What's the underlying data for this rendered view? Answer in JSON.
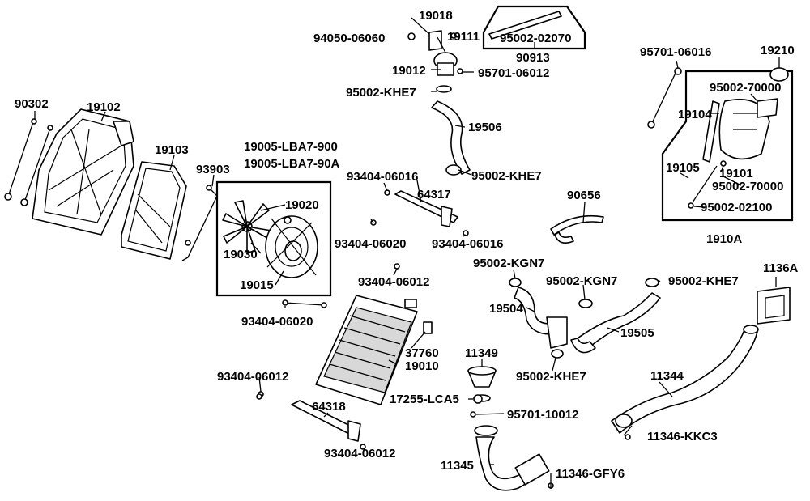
{
  "diagram": {
    "title": "",
    "labels": {
      "l_94050_06060": "94050-06060",
      "l_19018": "19018",
      "l_19111": "19111",
      "l_95002_02070": "95002-02070",
      "l_90913": "90913",
      "l_19012": "19012",
      "l_95701_06012": "95701-06012",
      "l_95002_khe7_a": "95002-KHE7",
      "l_19506": "19506",
      "l_95002_khe7_b": "95002-KHE7",
      "l_95701_06016": "95701-06016",
      "l_19210": "19210",
      "l_95002_70000_a": "95002-70000",
      "l_19104": "19104",
      "l_19105": "19105",
      "l_19101": "19101",
      "l_95002_70000_b": "95002-70000",
      "l_95002_02100": "95002-02100",
      "l_1910a": "1910A",
      "l_90302": "90302",
      "l_19102": "19102",
      "l_19103": "19103",
      "l_93903": "93903",
      "l_19005_lba7_900": "19005-LBA7-900",
      "l_19005_lba7_90a": "19005-LBA7-90A",
      "l_19020": "19020",
      "l_19030": "19030",
      "l_19015": "19015",
      "l_93404_06016_a": "93404-06016",
      "l_64317": "64317",
      "l_93404_06020_a": "93404-06020",
      "l_93404_06016_b": "93404-06016",
      "l_90656": "90656",
      "l_93404_06012_a": "93404-06012",
      "l_93404_06020_b": "93404-06020",
      "l_95002_kgn7_a": "95002-KGN7",
      "l_95002_kgn7_b": "95002-KGN7",
      "l_95002_khe7_c": "95002-KHE7",
      "l_1136a": "1136A",
      "l_19504": "19504",
      "l_19505": "19505",
      "l_37760": "37760",
      "l_19010": "19010",
      "l_11349": "11349",
      "l_95002_khe7_d": "95002-KHE7",
      "l_11344": "11344",
      "l_93404_06012_b": "93404-06012",
      "l_17255_lca5": "17255-LCA5",
      "l_64318": "64318",
      "l_95701_10012": "95701-10012",
      "l_11346_kkc3": "11346-KKC3",
      "l_93404_06012_c": "93404-06012",
      "l_11345": "11345",
      "l_11346_gfy6": "11346-GFY6"
    }
  }
}
